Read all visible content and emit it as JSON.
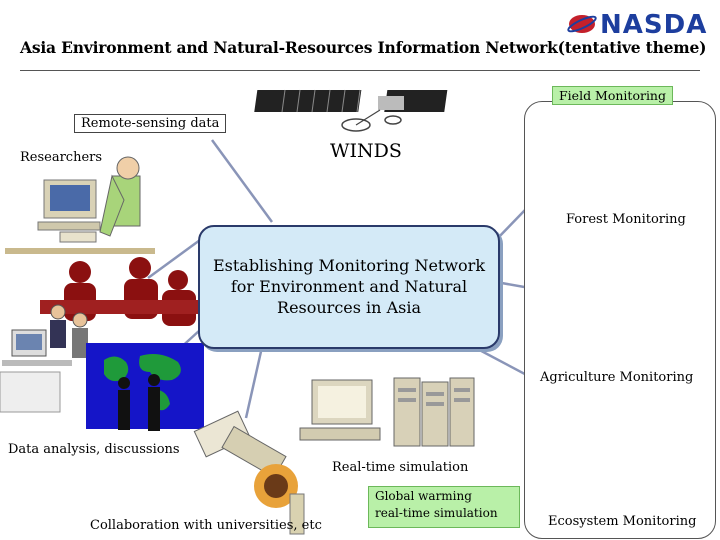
{
  "logo": {
    "text": "NASDA",
    "color": "#1d3e9e"
  },
  "title": "Asia Environment and Natural-Resources Information Network(tentative theme)",
  "labels": {
    "remote_sensing": "Remote-sensing data",
    "researchers": "Researchers",
    "winds": "WINDS",
    "field_monitoring": "Field Monitoring",
    "forest_monitoring": "Forest Monitoring",
    "agriculture_monitoring": "Agriculture Monitoring",
    "ecosystem_monitoring": "Ecosystem Monitoring",
    "data_analysis": "Data analysis, discussions",
    "realtime_simulation": "Real-time simulation",
    "collaboration": "Collaboration with universities, etc",
    "global_warming": "Global warming\nreal-time simulation"
  },
  "center_box": {
    "lines": [
      "Establishing Monitoring Network",
      "for Environment and Natural",
      "Resources in Asia"
    ]
  },
  "colors": {
    "center_fill": "#d4eaf7",
    "green_label": "#b9f0a8",
    "map_blue": "#1515c8"
  }
}
